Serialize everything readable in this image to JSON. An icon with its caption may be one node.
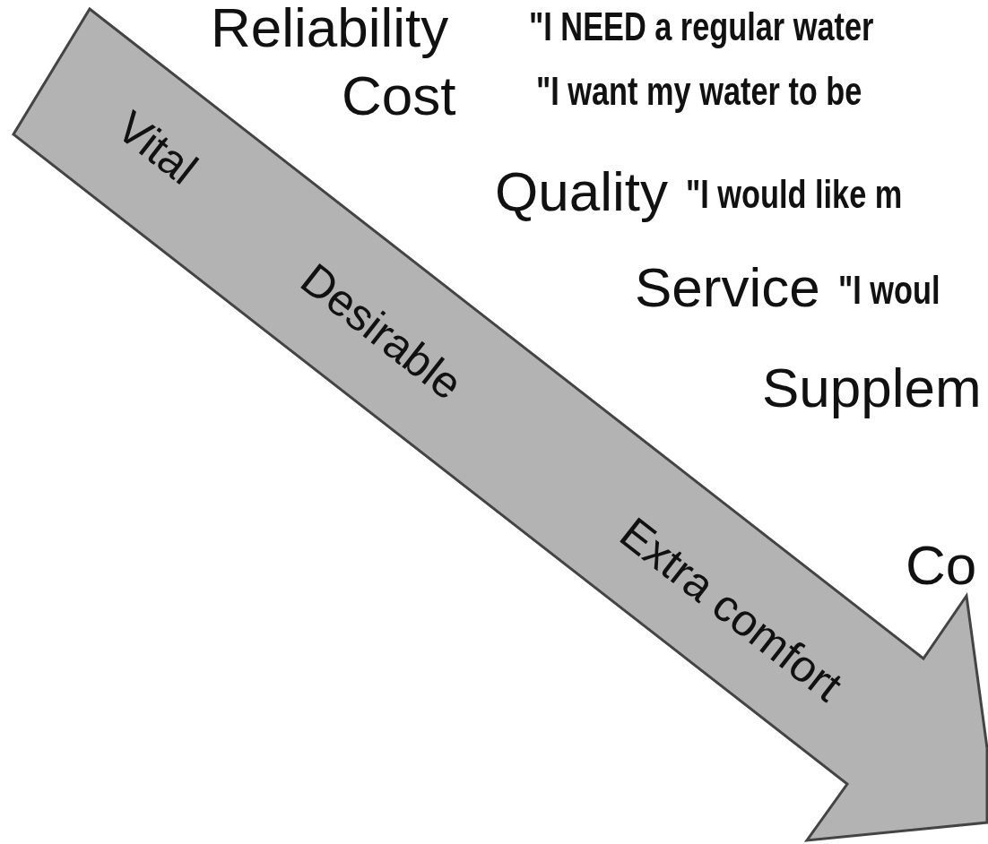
{
  "diagram": {
    "labels": [
      "Reliability",
      "\"I NEED a regular water",
      "Cost",
      "\"I want my water to be",
      "Vital",
      "Quality",
      "\"I would like m",
      "Desirable",
      "Service",
      "\"I woul",
      "Supplem",
      "Extra comfort",
      "Co"
    ]
  }
}
